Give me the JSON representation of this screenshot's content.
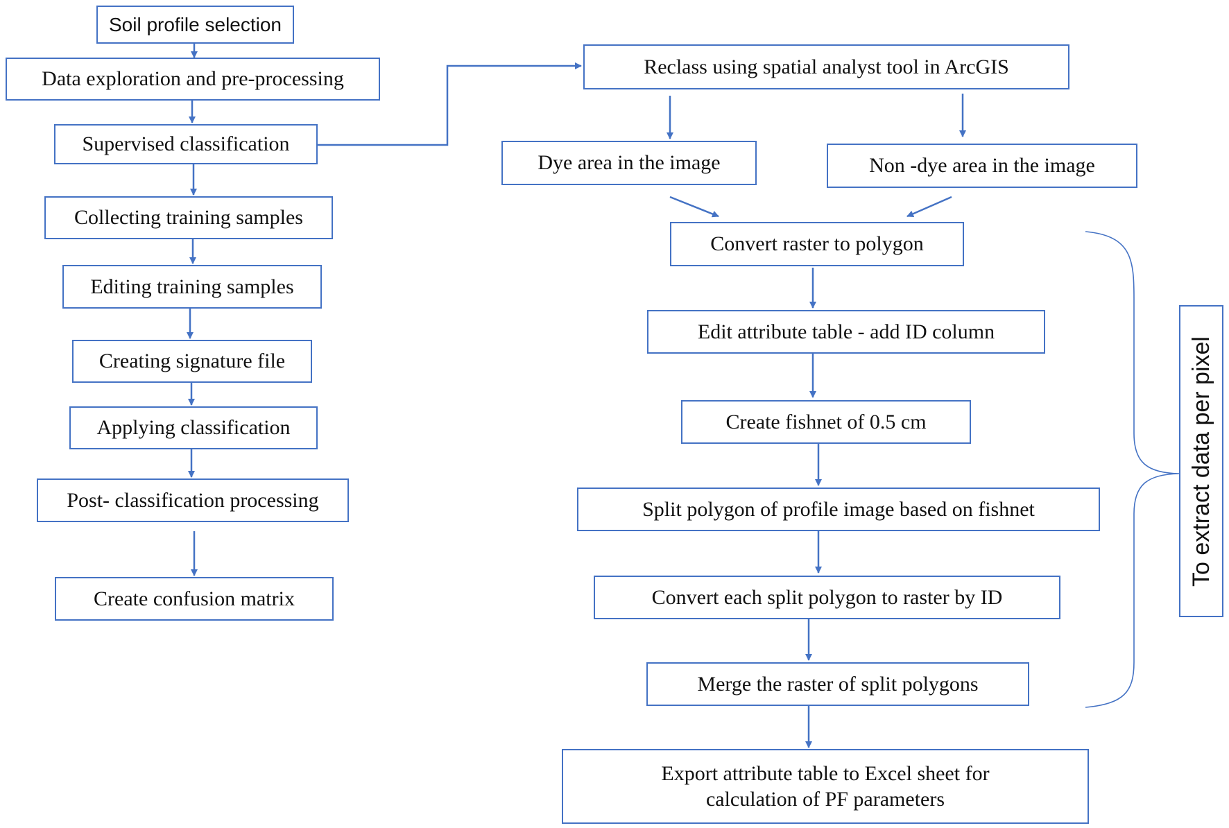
{
  "left_steps": [
    "Soil profile selection",
    "Data exploration and pre-processing",
    "Supervised classification",
    "Collecting training samples",
    "Editing training samples",
    "Creating signature file",
    "Applying classification",
    "Post- classification processing",
    "Create confusion matrix"
  ],
  "reclass": "Reclass using spatial analyst tool in ArcGIS",
  "dye_area": "Dye area in the image",
  "non_dye_area": "Non -dye area in the image",
  "right_steps": [
    "Convert raster to polygon",
    "Edit attribute table - add ID column",
    "Create fishnet  of 0.5 cm",
    "Split polygon of profile image  based on fishnet",
    "Convert each split polygon to raster by ID",
    "Merge the raster of split polygons"
  ],
  "export": {
    "line1": "Export attribute table to Excel sheet for",
    "line2": "calculation of  PF parameters"
  },
  "brace_label": "To extract data per pixel",
  "colors": {
    "accent": "#4472C4",
    "text": "#111111",
    "background": "#ffffff"
  }
}
